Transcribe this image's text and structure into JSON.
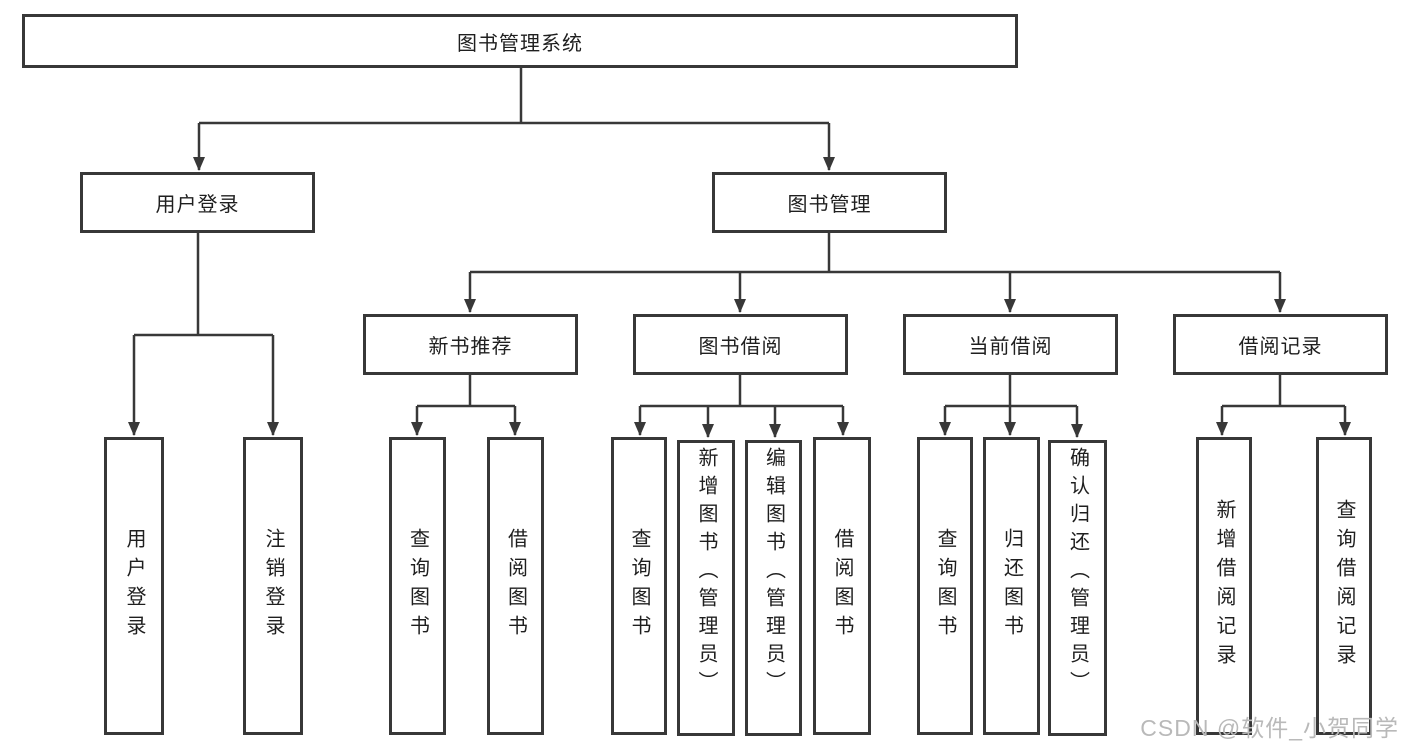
{
  "diagram": {
    "root": {
      "label": "图书管理系统"
    },
    "user": {
      "label": "用户登录",
      "children": [
        {
          "label": "用户登录"
        },
        {
          "label": "注销登录"
        }
      ]
    },
    "mgmt": {
      "label": "图书管理",
      "groups": [
        {
          "label": "新书推荐",
          "children": [
            {
              "label": "查询图书"
            },
            {
              "label": "借阅图书"
            }
          ]
        },
        {
          "label": "图书借阅",
          "children": [
            {
              "label": "查询图书"
            },
            {
              "label": "新增图书（管理员）"
            },
            {
              "label": "编辑图书（管理员）"
            },
            {
              "label": "借阅图书"
            }
          ]
        },
        {
          "label": "当前借阅",
          "children": [
            {
              "label": "查询图书"
            },
            {
              "label": "归还图书"
            },
            {
              "label": "确认归还（管理员）"
            }
          ]
        },
        {
          "label": "借阅记录",
          "children": [
            {
              "label": "新增借阅记录"
            },
            {
              "label": "查询借阅记录"
            }
          ]
        }
      ]
    }
  },
  "watermark": {
    "text": "CSDN @软件_小贺同学"
  },
  "colors": {
    "line": "#383838",
    "text": "#1f1f1f",
    "watermark": "#b9b9b9",
    "background": "#ffffff"
  }
}
